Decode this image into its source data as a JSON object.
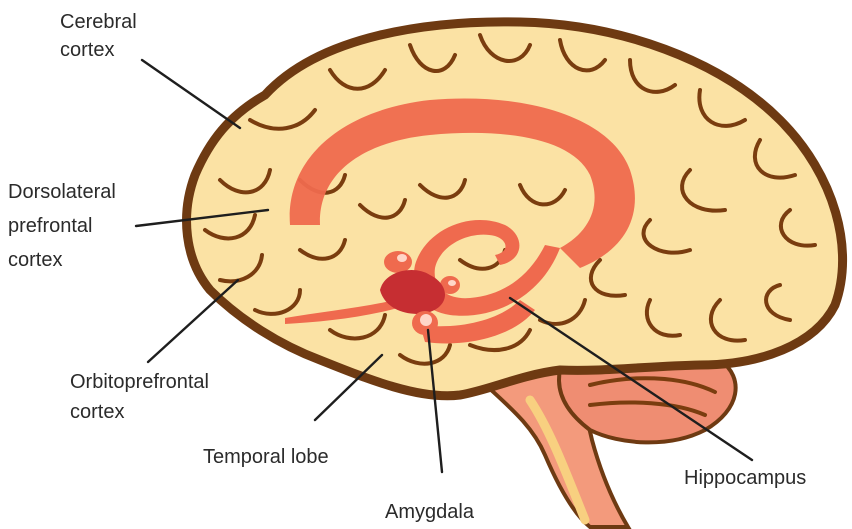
{
  "labels": {
    "cerebral_cortex": [
      "Cerebral",
      "cortex"
    ],
    "dorsolateral_prefrontal_cortex": [
      "Dorsolateral",
      "prefrontal",
      "cortex"
    ],
    "orbitoprefrontal_cortex": [
      "Orbitoprefrontal",
      "cortex"
    ],
    "temporal_lobe": [
      "Temporal lobe"
    ],
    "amygdala": [
      "Amygdala"
    ],
    "hippocampus": [
      "Hippocampus"
    ]
  },
  "colors": {
    "cortex_fill": "#fbe2a4",
    "cortex_outline": "#6e3a12",
    "limbic_fill": "#ef6a4e",
    "amygdala_fill": "#c62e32",
    "brainstem_fill": "#f39a7c",
    "cerebellum_fill": "#ef8d72",
    "label_text": "#2b2b2b",
    "leader_line": "#1e1e1e"
  }
}
